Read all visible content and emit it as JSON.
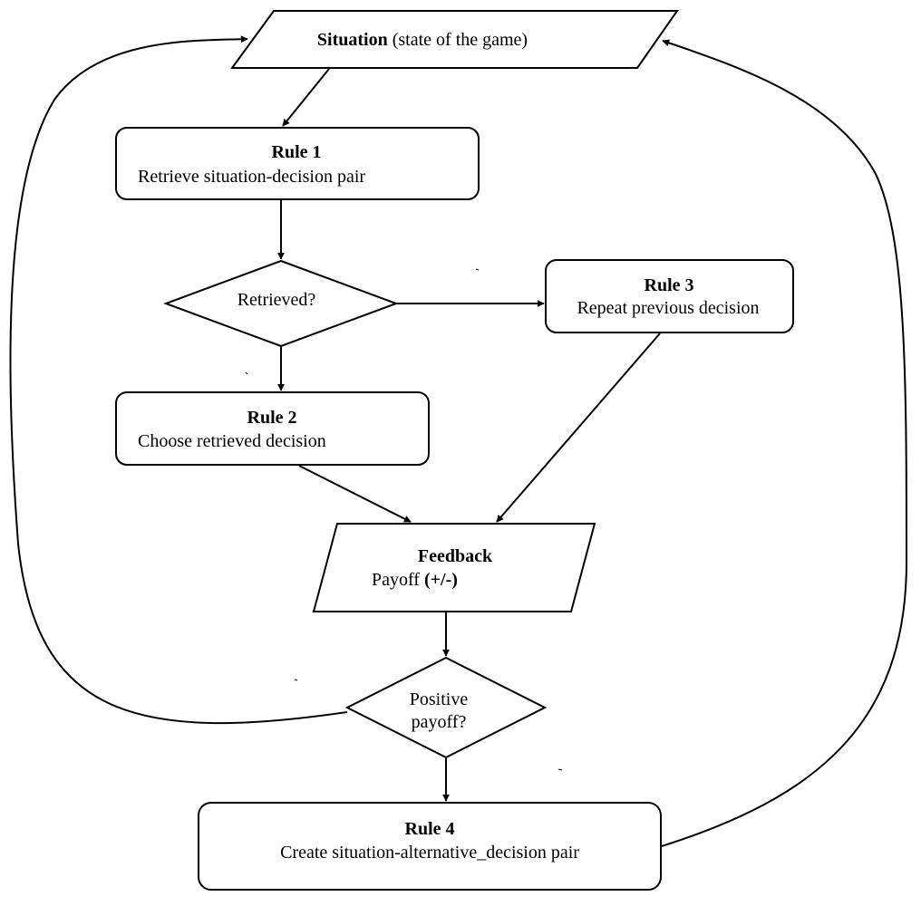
{
  "diagram": {
    "situation": {
      "title": "Situation",
      "detail": " (state of the game)"
    },
    "rule1": {
      "title": "Rule 1",
      "body": "Retrieve situation-decision pair"
    },
    "retrieved": {
      "label": "Retrieved?"
    },
    "rule3": {
      "title": "Rule 3",
      "body": "Repeat previous decision"
    },
    "rule2": {
      "title": "Rule 2",
      "body": "Choose retrieved decision"
    },
    "feedback": {
      "title": "Feedback",
      "body_prefix": "Payoff ",
      "body_bold": "(+/-)"
    },
    "positive": {
      "line1": "Positive",
      "line2": "payoff?"
    },
    "rule4": {
      "title": "Rule 4",
      "body": "Create situation-alternative_decision pair"
    }
  }
}
